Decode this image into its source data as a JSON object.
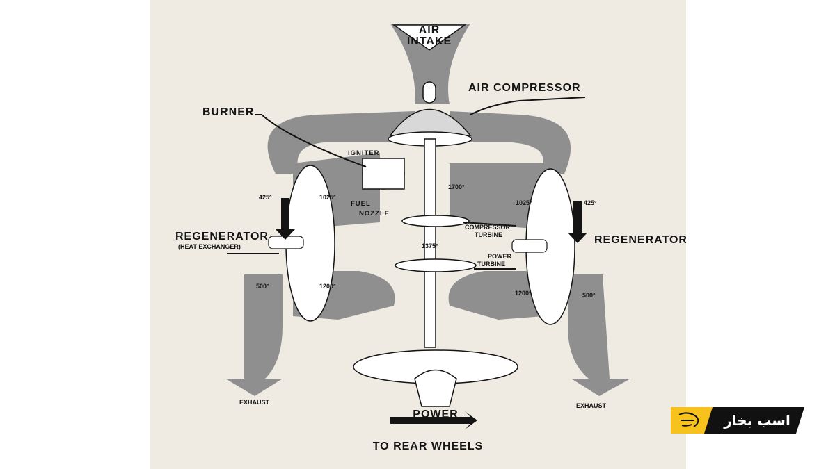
{
  "diagram": {
    "air_intake_line1": "AIR",
    "air_intake_line2": "INTAKE",
    "air_compressor": "AIR COMPRESSOR",
    "burner": "BURNER",
    "igniter": "IGNITER",
    "fuel_nozzle_line1": "FUEL",
    "fuel_nozzle_line2": "NOZZLE",
    "regenerator_left": "REGENERATOR",
    "heat_exchanger": "(HEAT  EXCHANGER)",
    "regenerator_right": "REGENERATOR",
    "compressor_turbine_line1": "COMPRESSOR",
    "compressor_turbine_line2": "TURBINE",
    "power_turbine_line1": "POWER",
    "power_turbine_line2": "TURBINE",
    "temp_425_left": "425°",
    "temp_1025_left": "1025°",
    "temp_500_left": "500°",
    "temp_1200_left": "1200°",
    "temp_1700": "1700°",
    "temp_1025_right": "1025°",
    "temp_425_right": "425°",
    "temp_1375": "1375°",
    "temp_1200_right": "1200°",
    "temp_500_right": "500°",
    "exhaust_left": "EXHAUST",
    "exhaust_right": "EXHAUST",
    "power": "POWER",
    "to_rear_wheels": "TO REAR WHEELS"
  },
  "watermark": {
    "text": "اسب بخار"
  },
  "colors": {
    "paper": "#efebe3",
    "duct": "#8f8f8f",
    "ink": "#141414",
    "badge_yellow": "#f6c21b",
    "badge_black": "#111111"
  }
}
